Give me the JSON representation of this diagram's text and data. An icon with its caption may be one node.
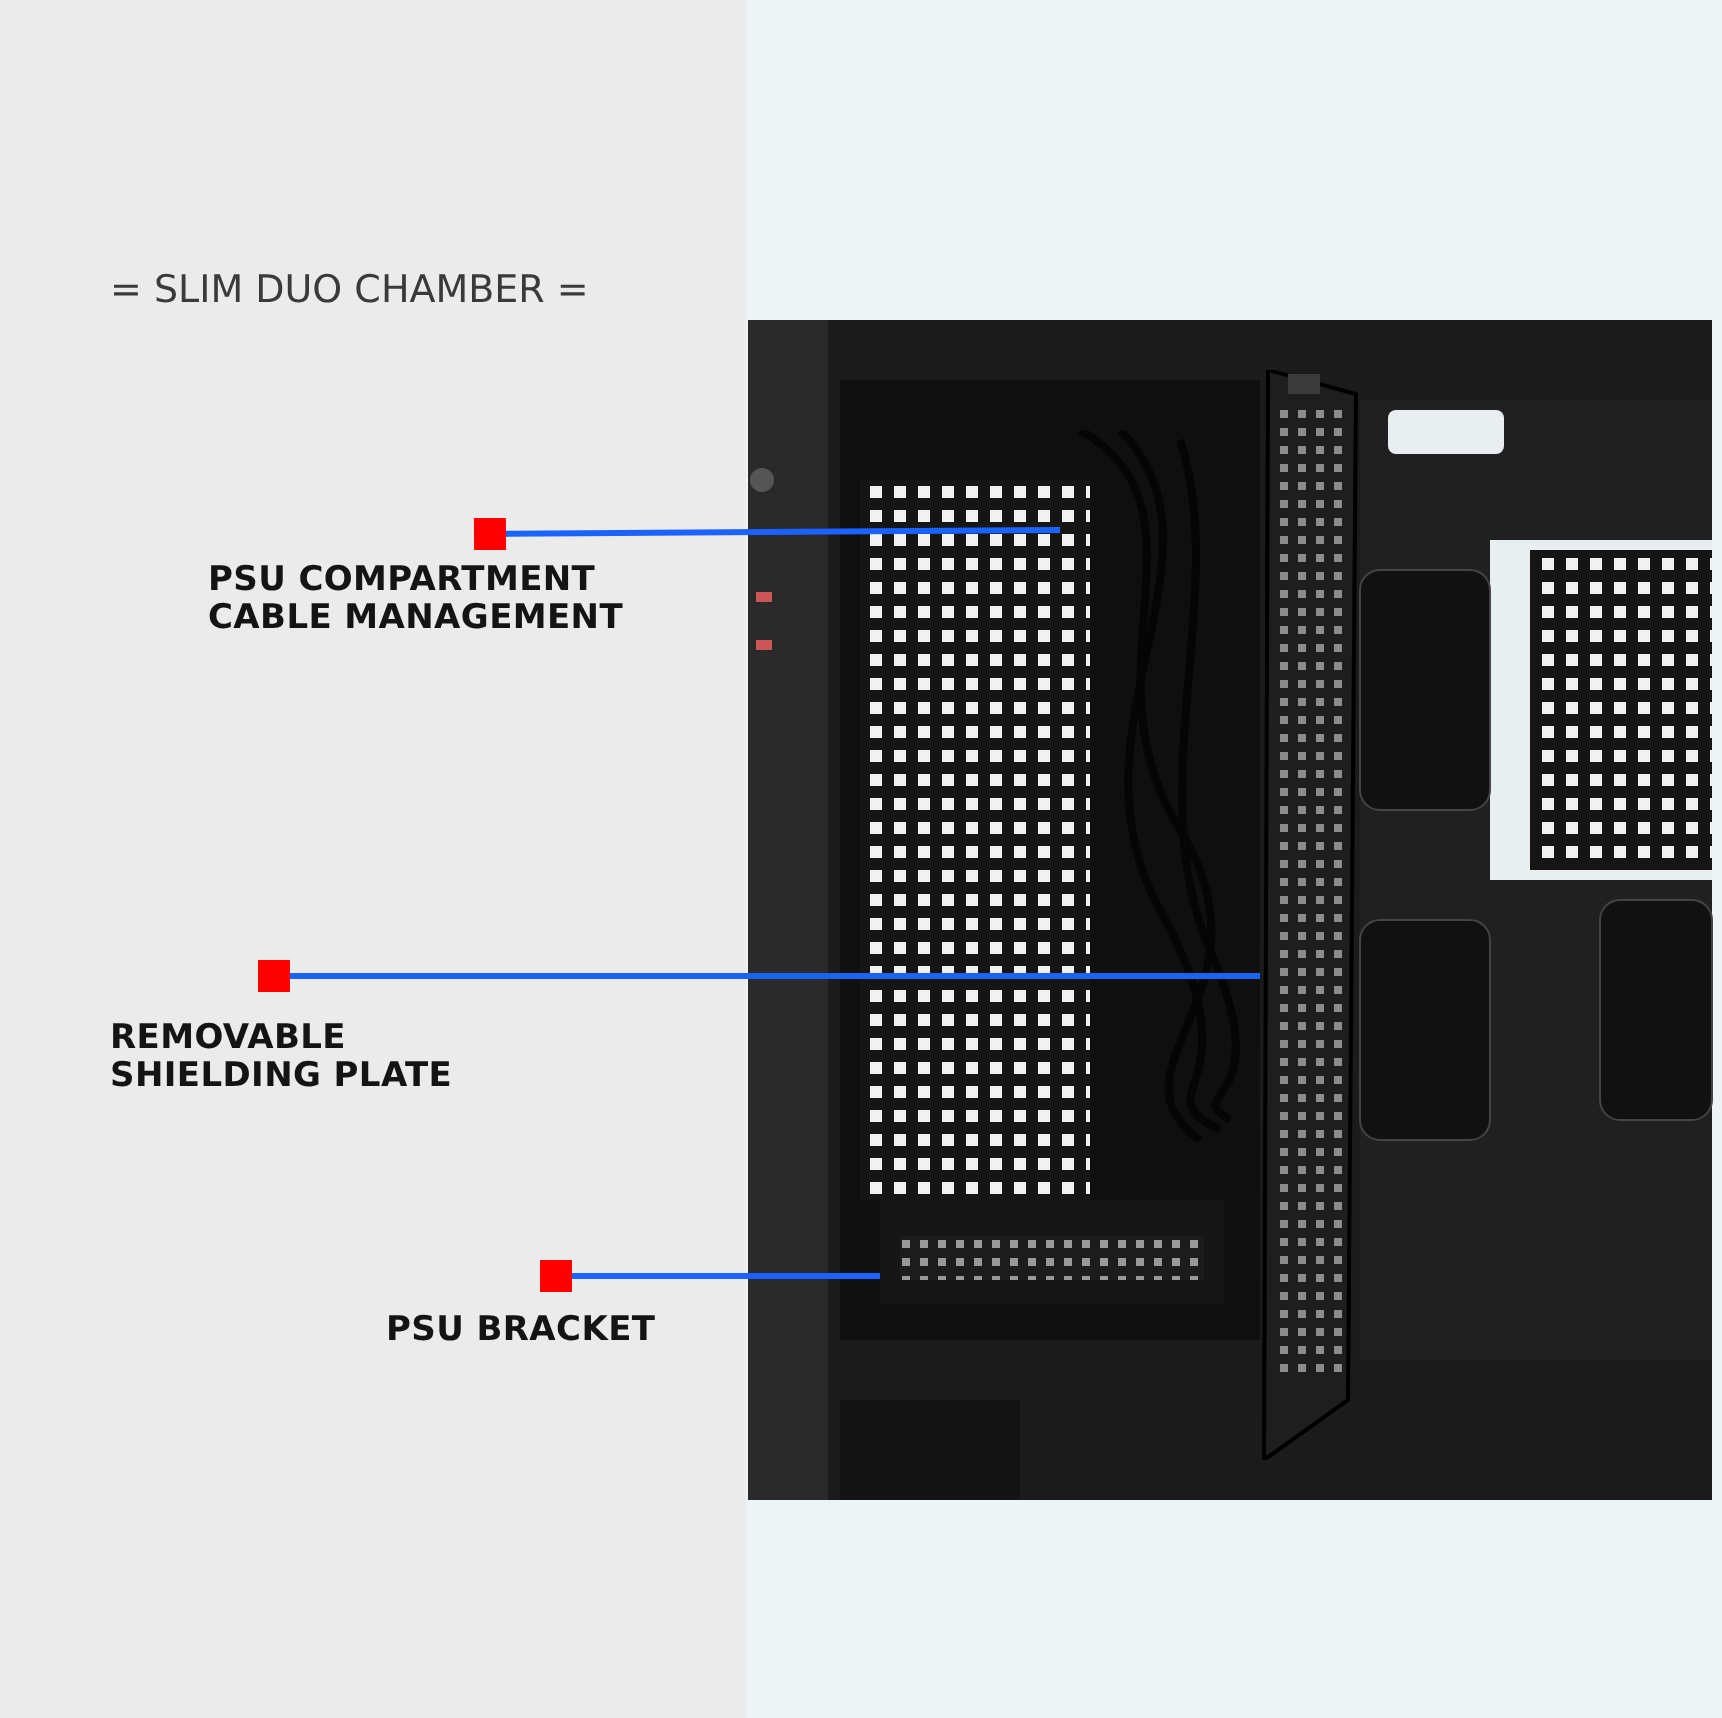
{
  "diagram": {
    "title": "= SLIM DUO CHAMBER =",
    "nodes": [
      {
        "text": [
          "PSU COMPARTMENT CABLE MANAGEMENT"
        ]
      },
      {
        "text": [],
        "shape": "picture"
      },
      {
        "text": [
          "REMOVABLE SHIELDING PLATE"
        ]
      },
      {
        "text": [],
        "shape": "picture"
      },
      {
        "text": [
          "PSU BRACKET"
        ]
      },
      {
        "text": [],
        "shape": "picture"
      }
    ],
    "edges": [
      {
        "from": 0,
        "to": 1,
        "arrow": "other"
      },
      {
        "from": 2,
        "to": 3,
        "arrow": "other"
      },
      {
        "from": 4,
        "to": 5,
        "arrow": "other"
      }
    ]
  }
}
